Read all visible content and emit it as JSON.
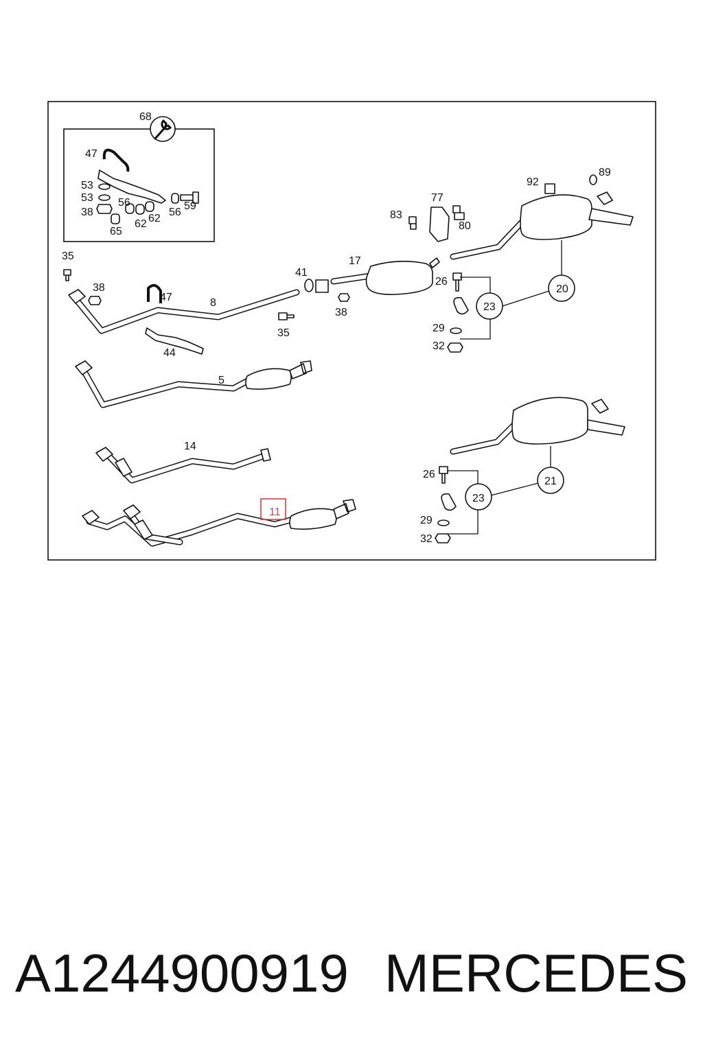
{
  "diagram": {
    "highlight_label": "11",
    "callouts": [
      "68",
      "47",
      "53",
      "53",
      "38",
      "56",
      "62",
      "62",
      "65",
      "56",
      "59",
      "35",
      "38",
      "47",
      "8",
      "44",
      "35",
      "41",
      "38",
      "17",
      "83",
      "77",
      "80",
      "92",
      "89",
      "26",
      "29",
      "32",
      "23",
      "20",
      "5",
      "14",
      "26",
      "29",
      "32",
      "23",
      "21"
    ]
  },
  "footer": {
    "part_number": "A1244900919",
    "brand": "MERCEDES"
  }
}
